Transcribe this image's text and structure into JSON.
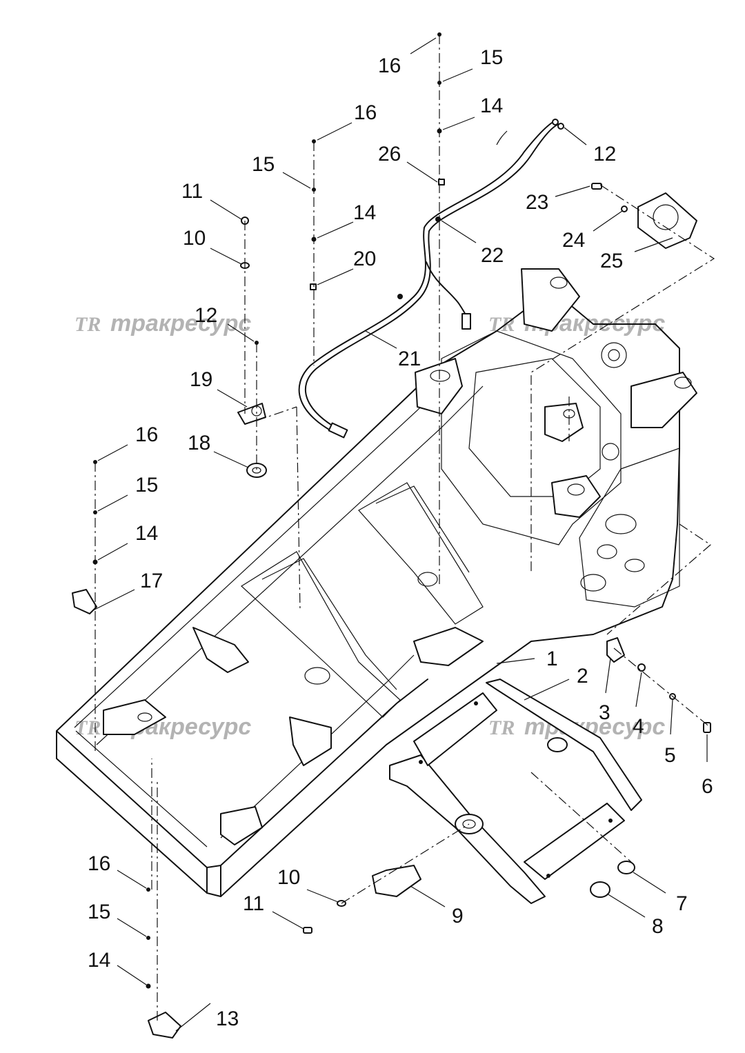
{
  "watermark": {
    "logo": "TR",
    "text": "тракресурс"
  },
  "callouts": [
    {
      "id": "c16a",
      "label": "16"
    },
    {
      "id": "c15a",
      "label": "15"
    },
    {
      "id": "c14a",
      "label": "14"
    },
    {
      "id": "c12a",
      "label": "12"
    },
    {
      "id": "c16b",
      "label": "16"
    },
    {
      "id": "c26",
      "label": "26"
    },
    {
      "id": "c15b",
      "label": "15"
    },
    {
      "id": "c23",
      "label": "23"
    },
    {
      "id": "c11a",
      "label": "11"
    },
    {
      "id": "c14b",
      "label": "14"
    },
    {
      "id": "c24",
      "label": "24"
    },
    {
      "id": "c22",
      "label": "22"
    },
    {
      "id": "c25",
      "label": "25"
    },
    {
      "id": "c10a",
      "label": "10"
    },
    {
      "id": "c20",
      "label": "20"
    },
    {
      "id": "c12b",
      "label": "12"
    },
    {
      "id": "c21",
      "label": "21"
    },
    {
      "id": "c19",
      "label": "19"
    },
    {
      "id": "c16c",
      "label": "16"
    },
    {
      "id": "c18",
      "label": "18"
    },
    {
      "id": "c15c",
      "label": "15"
    },
    {
      "id": "c14c",
      "label": "14"
    },
    {
      "id": "c17",
      "label": "17"
    },
    {
      "id": "c1",
      "label": "1"
    },
    {
      "id": "c2",
      "label": "2"
    },
    {
      "id": "c3",
      "label": "3"
    },
    {
      "id": "c4",
      "label": "4"
    },
    {
      "id": "c5",
      "label": "5"
    },
    {
      "id": "c6",
      "label": "6"
    },
    {
      "id": "c7",
      "label": "7"
    },
    {
      "id": "c8",
      "label": "8"
    },
    {
      "id": "c9",
      "label": "9"
    },
    {
      "id": "c10b",
      "label": "10"
    },
    {
      "id": "c11b",
      "label": "11"
    },
    {
      "id": "c16d",
      "label": "16"
    },
    {
      "id": "c15d",
      "label": "15"
    },
    {
      "id": "c14d",
      "label": "14"
    },
    {
      "id": "c13",
      "label": "13"
    }
  ]
}
